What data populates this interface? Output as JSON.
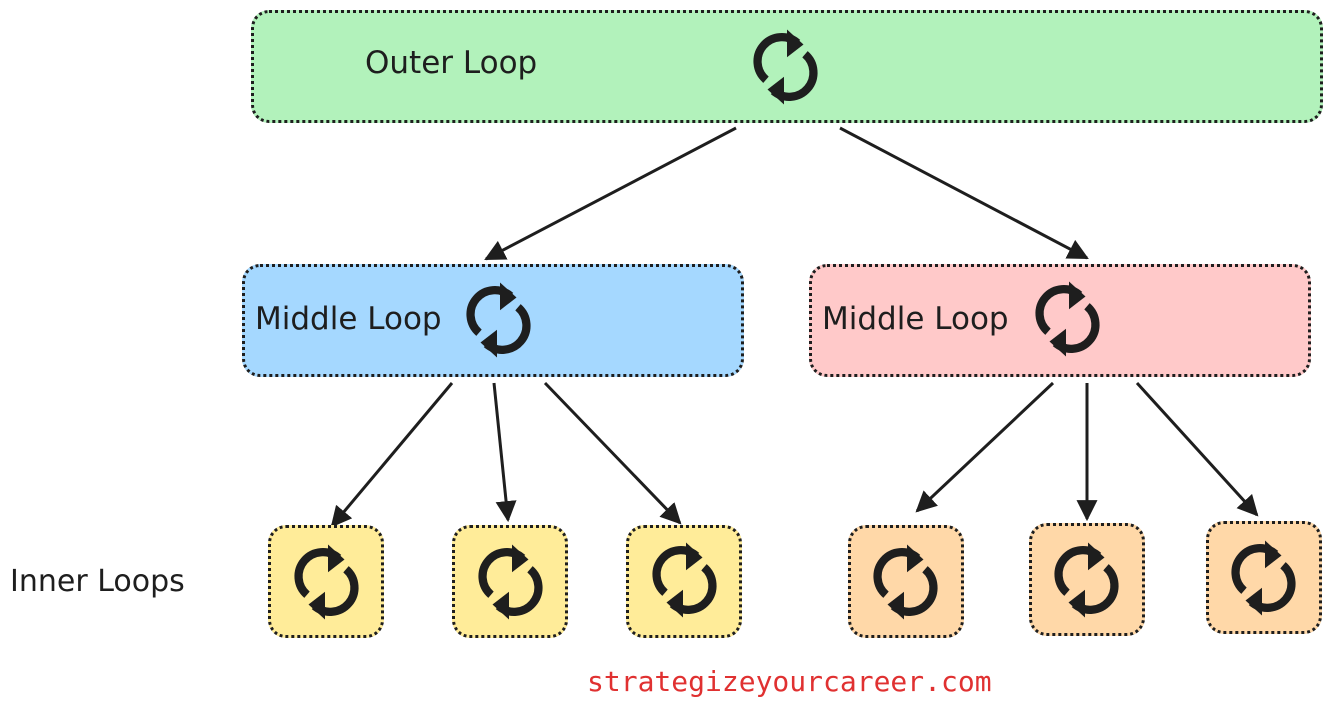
{
  "outer": {
    "label": "Outer Loop",
    "color": "#b2f2bb",
    "icon": "refresh-icon"
  },
  "middle": [
    {
      "label": "Middle Loop",
      "color": "#a5d8ff",
      "icon": "refresh-icon"
    },
    {
      "label": "Middle Loop",
      "color": "#ffc9c9",
      "icon": "refresh-icon"
    }
  ],
  "inner": {
    "label": "Inner Loops",
    "left_group_color": "#ffec99",
    "right_group_color": "#ffd8a8",
    "icon": "refresh-icon"
  },
  "watermark": {
    "text": "strategizeyourcareer.com",
    "color": "#e03131"
  },
  "colors": {
    "stroke": "#1e1e1e",
    "arrow": "#1e1e1e"
  }
}
